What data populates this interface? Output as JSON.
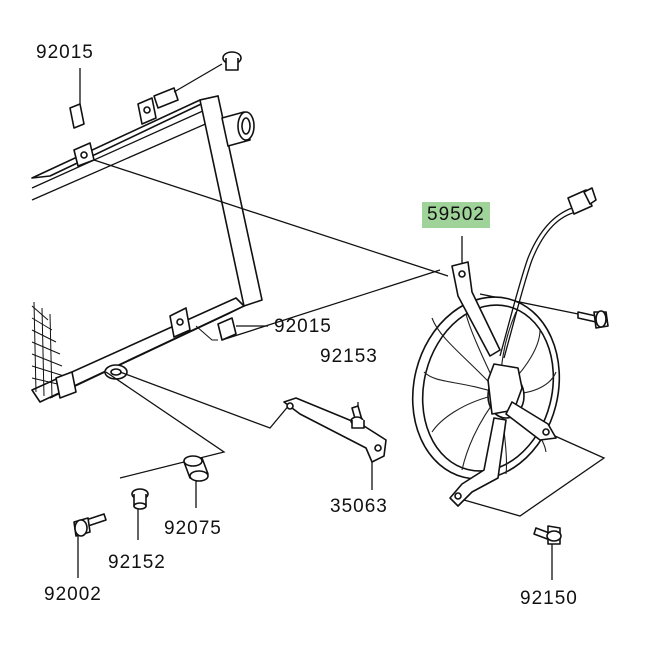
{
  "labels": {
    "p92015_top": "92015",
    "p92015_mid": "92015",
    "p59502": "59502",
    "p92153": "92153",
    "p35063": "35063",
    "p92075": "92075",
    "p92152": "92152",
    "p92002": "92002",
    "p92150": "92150"
  },
  "colors": {
    "highlight": "#9fd39a",
    "line": "#111111",
    "background": "#ffffff"
  }
}
